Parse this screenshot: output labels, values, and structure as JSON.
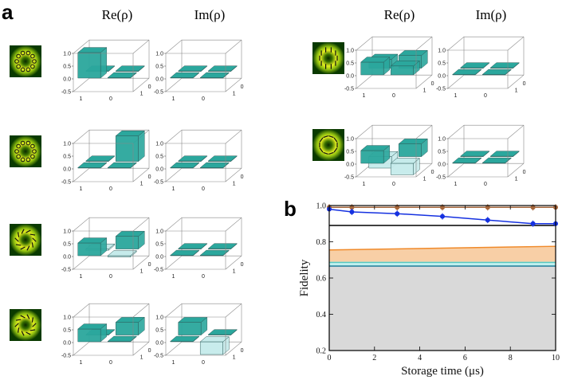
{
  "panel_labels": {
    "a": "a",
    "b": "b"
  },
  "column_titles": {
    "re": "Re(ρ)",
    "im": "Im(ρ)"
  },
  "matrix_z_ticks": [
    "1.0",
    "0.5",
    "0.0",
    "-0.5"
  ],
  "matrix_basis_labels": [
    "1",
    "0"
  ],
  "colors": {
    "bar_positive": "#2ba79d",
    "bar_negative": "#c6ebeb",
    "beam_inner": "#0b2800",
    "beam_ring": "#e4ee20",
    "fidelity_brown": "#a4653a",
    "fidelity_blue": "#1531e0",
    "band_orange": "#f8cfa6",
    "band_cyan": "#bff0ee",
    "band_gray": "#d9d9d9"
  },
  "states": [
    {
      "pattern": "radial-dots",
      "re": [
        [
          1.0,
          0.0
        ],
        [
          0.0,
          0.0
        ]
      ],
      "im": [
        [
          0.0,
          0.0
        ],
        [
          0.0,
          0.0
        ]
      ]
    },
    {
      "pattern": "radial-dots",
      "re": [
        [
          0.0,
          0.0
        ],
        [
          0.0,
          1.0
        ]
      ],
      "im": [
        [
          0.0,
          0.0
        ],
        [
          0.0,
          0.0
        ]
      ]
    },
    {
      "pattern": "vortex-cw",
      "re": [
        [
          0.5,
          -0.05
        ],
        [
          -0.05,
          0.5
        ]
      ],
      "im": [
        [
          0.0,
          0.0
        ],
        [
          0.0,
          0.0
        ]
      ]
    },
    {
      "pattern": "vortex-ccw",
      "re": [
        [
          0.5,
          0.0
        ],
        [
          0.0,
          0.5
        ]
      ],
      "im": [
        [
          0.0,
          0.5
        ],
        [
          -0.5,
          0.0
        ]
      ]
    },
    {
      "pattern": "vertical-ring",
      "re": [
        [
          0.5,
          0.35
        ],
        [
          0.35,
          0.5
        ]
      ],
      "im": [
        [
          0.0,
          0.0
        ],
        [
          0.0,
          0.0
        ]
      ]
    },
    {
      "pattern": "dashed-ring",
      "re": [
        [
          0.5,
          -0.45
        ],
        [
          -0.45,
          0.5
        ]
      ],
      "im": [
        [
          0.0,
          0.0
        ],
        [
          0.0,
          0.0
        ]
      ]
    }
  ],
  "chart_data": {
    "type": "line",
    "xlabel": "Storage time (μs)",
    "ylabel": "Fidelity",
    "xlim": [
      0,
      10
    ],
    "ylim": [
      0.2,
      1.0
    ],
    "x_ticks": [
      0,
      2,
      4,
      6,
      8,
      10
    ],
    "y_ticks": [
      0.2,
      0.4,
      0.6,
      0.8,
      1.0
    ],
    "series": [
      {
        "x": [
          0,
          1,
          3,
          5,
          7,
          9,
          10
        ],
        "y": [
          0.99,
          0.99,
          0.99,
          0.99,
          0.99,
          0.99,
          0.99
        ],
        "color": "#a4653a"
      },
      {
        "x": [
          0,
          1,
          3,
          5,
          7,
          9,
          10
        ],
        "y": [
          0.98,
          0.965,
          0.955,
          0.94,
          0.92,
          0.9,
          0.9
        ],
        "color": "#1531e0"
      }
    ],
    "reference_lines": [
      {
        "y": 0.89,
        "color": "#000000"
      },
      {
        "x": [
          0,
          10
        ],
        "y": [
          0.755,
          0.775
        ],
        "color": "#f08a2a"
      },
      {
        "y": 0.686,
        "color": "#56c8c0"
      },
      {
        "y": 0.666,
        "color": "#1f7d99"
      }
    ],
    "bands": [
      {
        "from": [
          0.69,
          0.69
        ],
        "to": [
          0.755,
          0.775
        ],
        "color": "#f8cfa6"
      },
      {
        "from": [
          0.666,
          0.666
        ],
        "to": [
          0.686,
          0.686
        ],
        "color": "#bff0ee"
      },
      {
        "from": [
          0.2,
          0.2
        ],
        "to": [
          0.666,
          0.666
        ],
        "color": "#d9d9d9"
      }
    ],
    "grid": false
  }
}
